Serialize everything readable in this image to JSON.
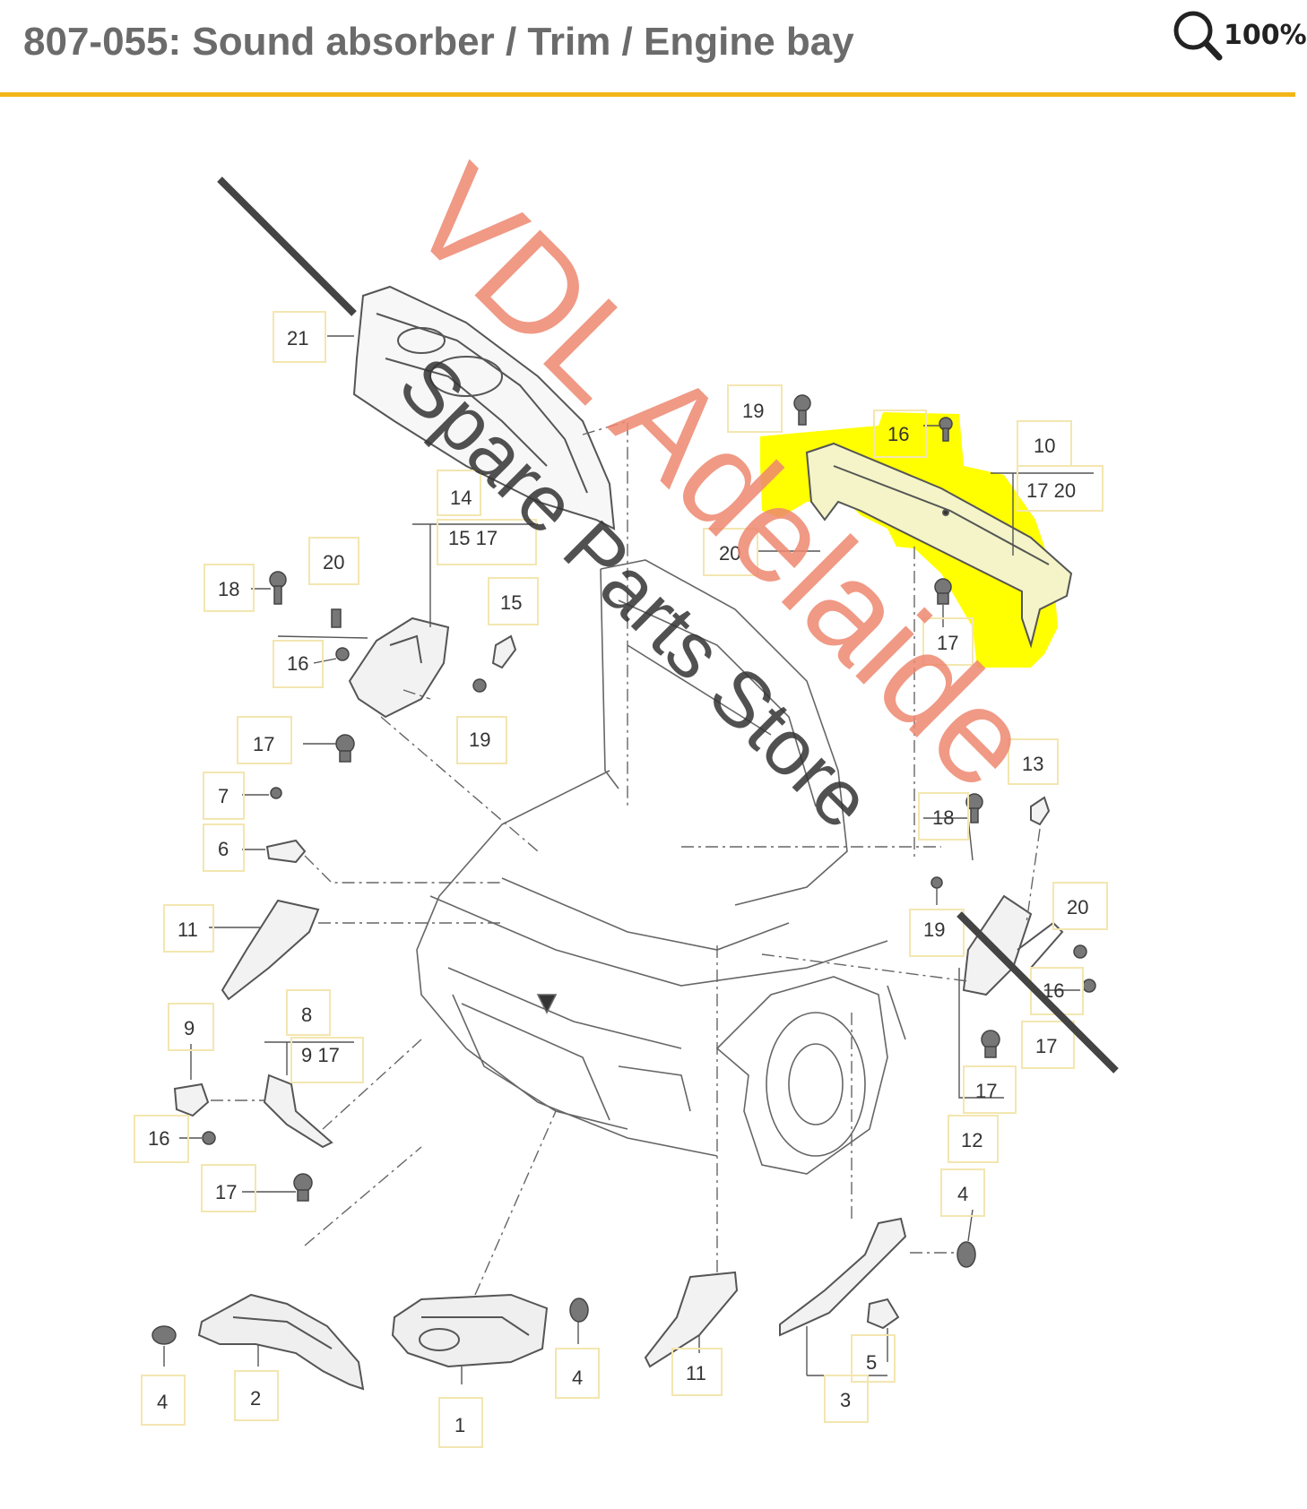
{
  "header": {
    "title": "807-055: Sound absorber / Trim / Engine bay",
    "zoom_label": "100%",
    "zoom_icon": "magnifier-icon"
  },
  "colors": {
    "accent_rule": "#f2b619",
    "highlight": "#ffff00",
    "watermark_primary": "#ee8870",
    "watermark_secondary": "#333333",
    "callout_box": "#f3e6b0"
  },
  "watermark": {
    "line1": "VDL Adelaide",
    "line2": "Spare Parts Store"
  },
  "callouts": {
    "c1": "1",
    "c2": "2",
    "c3": "3",
    "c4a": "4",
    "c4b": "4",
    "c4c": "4",
    "c5": "5",
    "c6": "6",
    "c7": "7",
    "c8": "8",
    "c8sub": "9 17",
    "c9": "9",
    "c10": "10",
    "c10sub": "17 20",
    "c11a": "11",
    "c11b": "11",
    "c12": "12",
    "c13": "13",
    "c14": "14",
    "c14sub": "15 17",
    "c15": "15",
    "c16a": "16",
    "c16b": "16",
    "c16c": "16",
    "c16d": "16",
    "c17a": "17",
    "c17b": "17",
    "c17c": "17",
    "c17d": "17",
    "c17e": "17",
    "c18a": "18",
    "c18b": "18",
    "c19a": "19",
    "c19b": "19",
    "c19c": "19",
    "c20a": "20",
    "c20b": "20",
    "c20c": "20",
    "c21": "21"
  }
}
